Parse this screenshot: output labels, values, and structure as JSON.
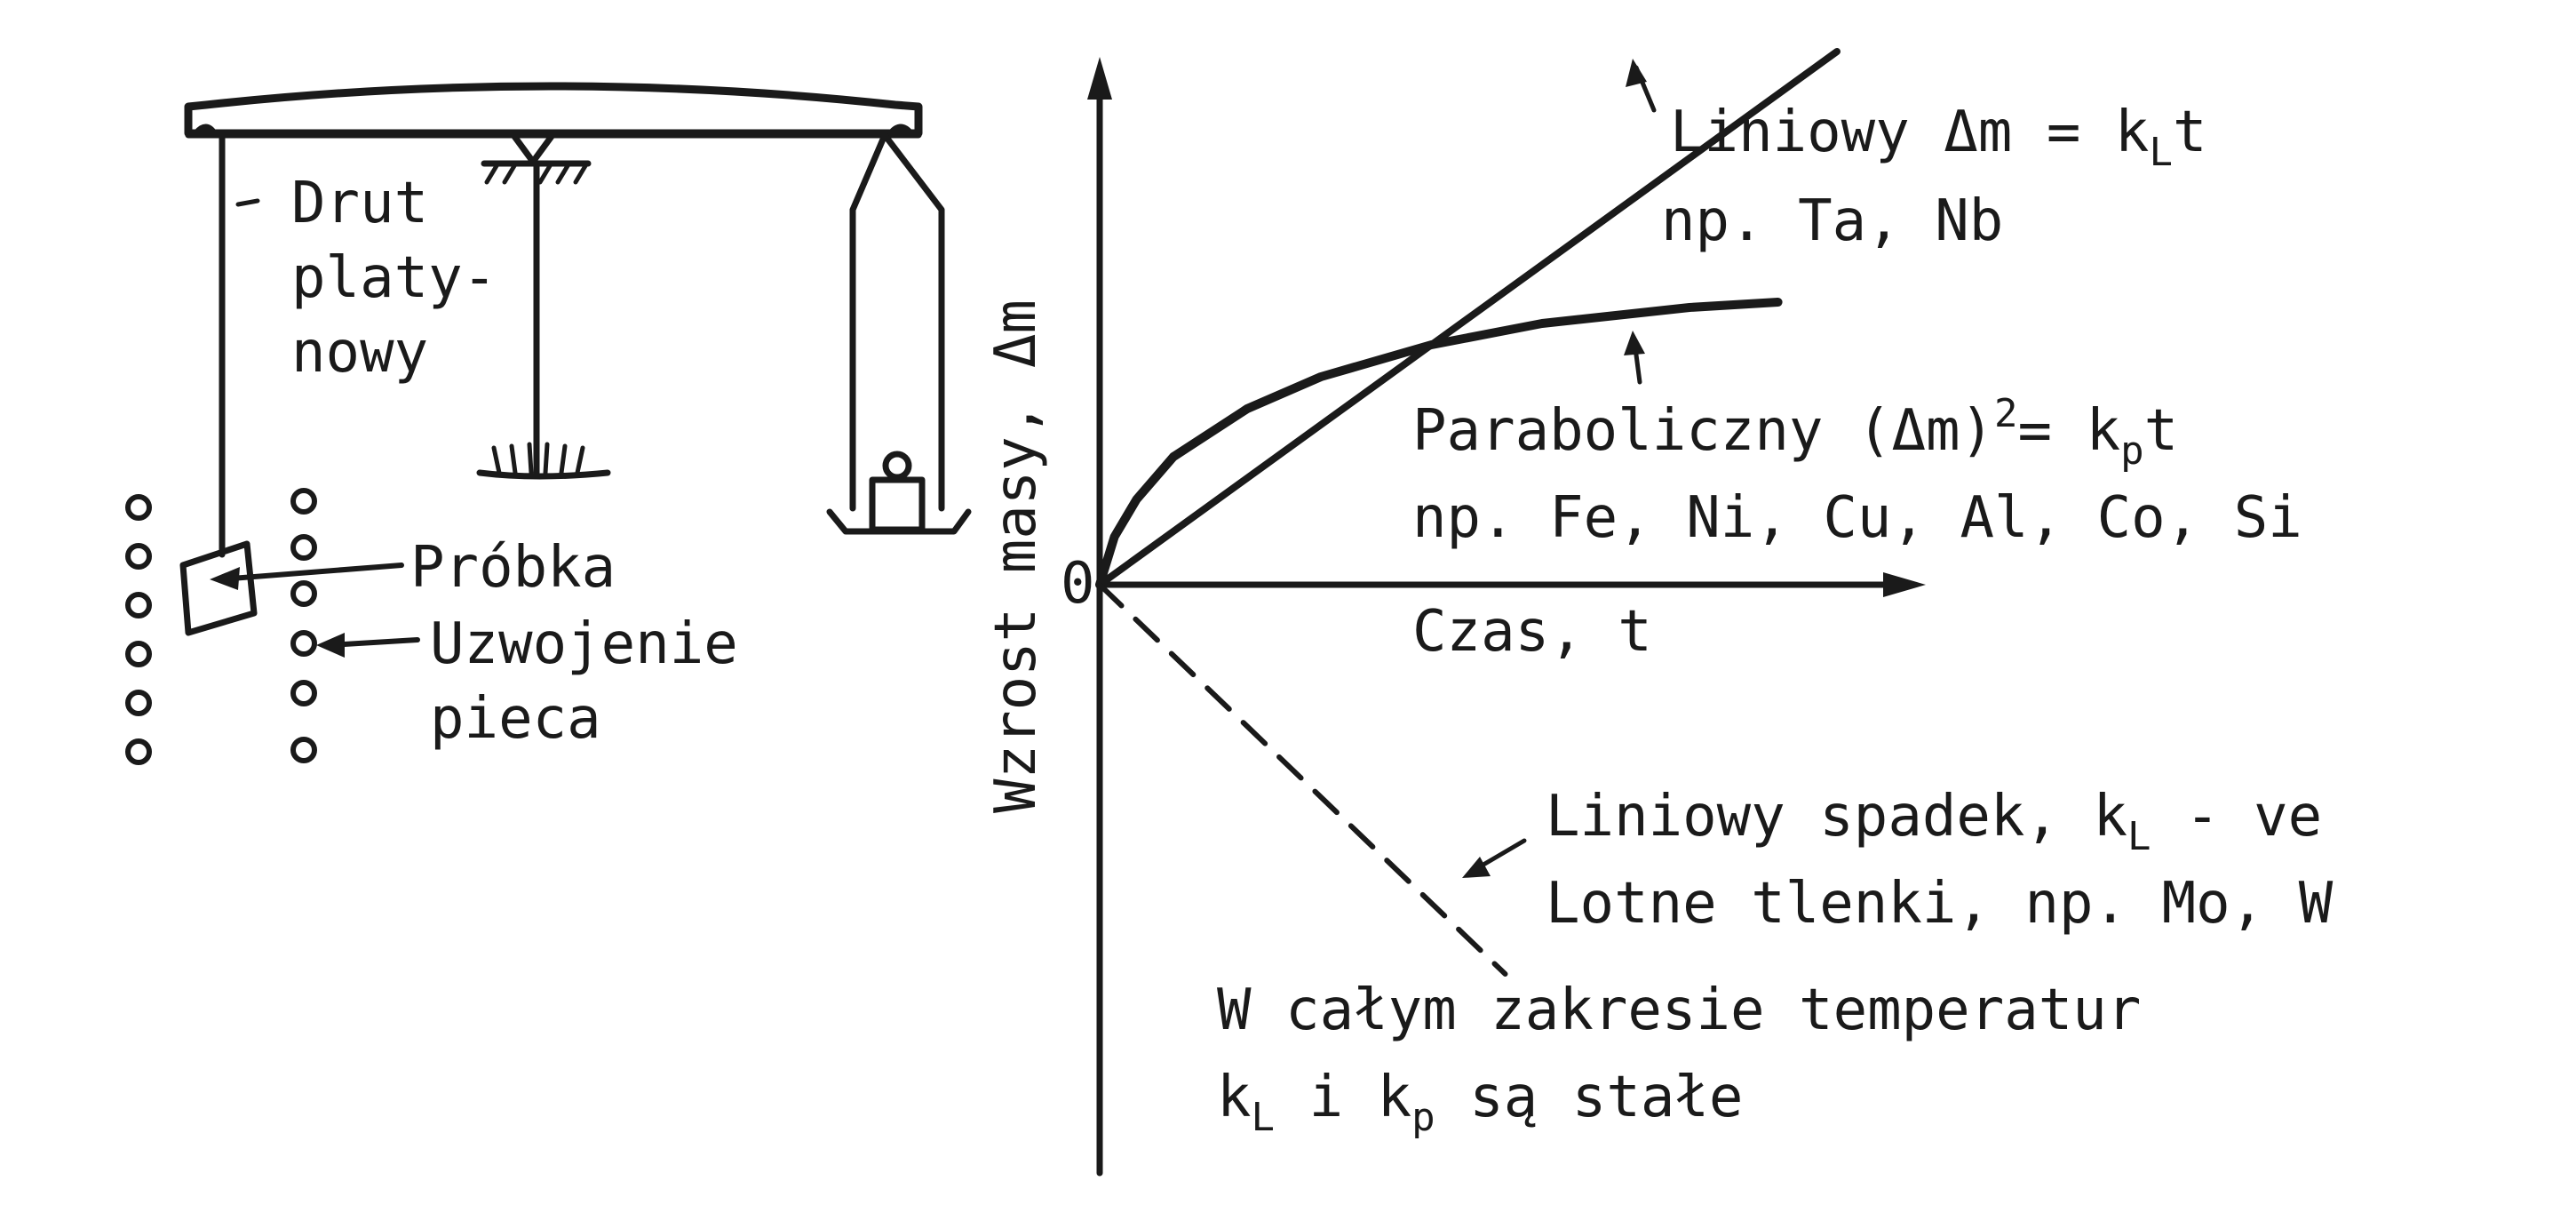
{
  "apparatus": {
    "wire_label_line1": "Drut",
    "wire_label_line2": "platy-",
    "wire_label_line3": "nowy",
    "sample_label": "Próbka",
    "coil_label_line1": "Uzwojenie",
    "coil_label_line2": "pieca"
  },
  "graph": {
    "origin_label": "0",
    "y_axis_label": "Wzrost masy, Δm",
    "x_axis_label": "Czas, t",
    "linear": {
      "name": "Liniowy",
      "formula_prefix": "Δm = k",
      "formula_sub": "L",
      "formula_suffix": "t",
      "examples": "np. Ta, Nb"
    },
    "parabolic": {
      "name": "Paraboliczny",
      "formula_prefix": "(Δm)",
      "formula_sup": "2",
      "formula_mid": "= k",
      "formula_sub": "p",
      "formula_suffix": "t",
      "examples": "np. Fe, Ni, Cu, Al, Co, Si"
    },
    "decline": {
      "name": "Liniowy spadek,",
      "k": "k",
      "k_sub": "L",
      "suffix": "- ve",
      "examples": "Lotne tlenki, np. Mo, W"
    },
    "note": {
      "line1": "W całym zakresie temperatur",
      "k1": "k",
      "k1_sub": "L",
      "middle": "i",
      "k2": "k",
      "k2_sub": "p",
      "end": "są stałe"
    }
  },
  "chart_data": {
    "type": "line",
    "xlabel": "Czas, t",
    "ylabel": "Wzrost masy, Δm",
    "series": [
      {
        "name": "Liniowy Δm = kLt",
        "x": [
          0,
          1.0
        ],
        "y": [
          0,
          1.0
        ]
      },
      {
        "name": "Paraboliczny (Δm)² = kpt",
        "x": [
          0,
          0.02,
          0.05,
          0.1,
          0.2,
          0.3,
          0.45,
          0.6,
          0.8,
          0.92
        ],
        "y": [
          0,
          0.09,
          0.16,
          0.24,
          0.33,
          0.39,
          0.45,
          0.49,
          0.52,
          0.53
        ]
      },
      {
        "name": "Liniowy spadek, kL - ve",
        "x": [
          0,
          0.55
        ],
        "y": [
          0,
          -0.73
        ]
      }
    ]
  }
}
